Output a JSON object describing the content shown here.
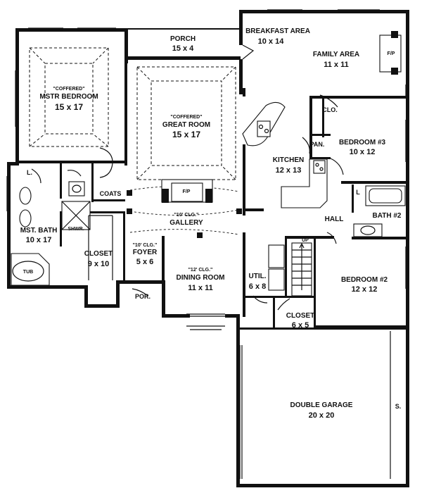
{
  "rooms": {
    "porch": {
      "name": "PORCH",
      "size": "15 x 4"
    },
    "breakfast": {
      "name": "BREAKFAST AREA",
      "size": "10 x 14"
    },
    "family": {
      "name": "FAMILY AREA",
      "size": "11 x 11"
    },
    "master": {
      "note": "\"COFFERED\"",
      "name": "MSTR BEDROOM",
      "size": "15 x 17"
    },
    "great": {
      "note": "\"COFFERED\"",
      "name": "GREAT ROOM",
      "size": "15 x 17"
    },
    "bedroom3": {
      "name": "BEDROOM #3",
      "size": "10 x 12"
    },
    "kitchen": {
      "name": "KITCHEN",
      "size": "12 x 13"
    },
    "gallery": {
      "note": "\"10' CLG.\"",
      "name": "GALLERY"
    },
    "hall": {
      "name": "HALL"
    },
    "bath2": {
      "name": "BATH #2"
    },
    "mstbath": {
      "name": "MST. BATH",
      "size": "10 x 17"
    },
    "closet": {
      "name": "CLOSET",
      "size": "9 x 10"
    },
    "foyer": {
      "note": "\"10' CLG.\"",
      "name": "FOYER",
      "size": "5 x 6"
    },
    "dining": {
      "note": "\"12' CLG.\"",
      "name": "DINING ROOM",
      "size": "11 x 11"
    },
    "util": {
      "name": "UTIL.",
      "size": "6 x 8"
    },
    "bedroom2": {
      "name": "BEDROOM #2",
      "size": "12 x 12"
    },
    "closet2": {
      "name": "CLOSET",
      "size": "6 x 5"
    },
    "garage": {
      "name": "DOUBLE GARAGE",
      "size": "20 x 20"
    }
  },
  "small_labels": {
    "clo": "CLO.",
    "pan": "PAN.",
    "coats": "COATS",
    "fp_great": "F/P",
    "fp_family": "F/P",
    "l_master": "L.",
    "l_bath2": "L",
    "tub": "TUB",
    "shwr": "SHWR.",
    "up": "UP",
    "por": "POR.",
    "s": "S."
  }
}
